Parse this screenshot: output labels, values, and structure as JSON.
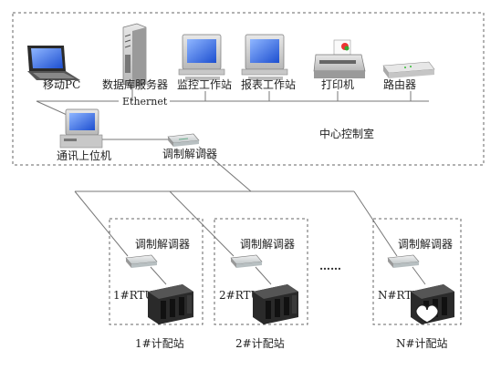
{
  "control_room": {
    "label": "中心控制室",
    "network_label": "Ethernet",
    "devices": {
      "laptop": "移动PC",
      "db_server": "数据库服务器",
      "monitor_ws": "监控工作站",
      "report_ws": "报表工作站",
      "printer": "打印机",
      "router": "路由器",
      "comm_host": "通讯上位机",
      "center_modem": "调制解调器"
    }
  },
  "stations": [
    {
      "modem": "调制解调器",
      "rtu": "1#RTU",
      "name": "1#计配站"
    },
    {
      "modem": "调制解调器",
      "rtu": "2#RTU",
      "name": "2#计配站"
    },
    {
      "modem": "调制解调器",
      "rtu": "N#RTU",
      "name": "N#计配站"
    }
  ],
  "ellipsis": "……"
}
